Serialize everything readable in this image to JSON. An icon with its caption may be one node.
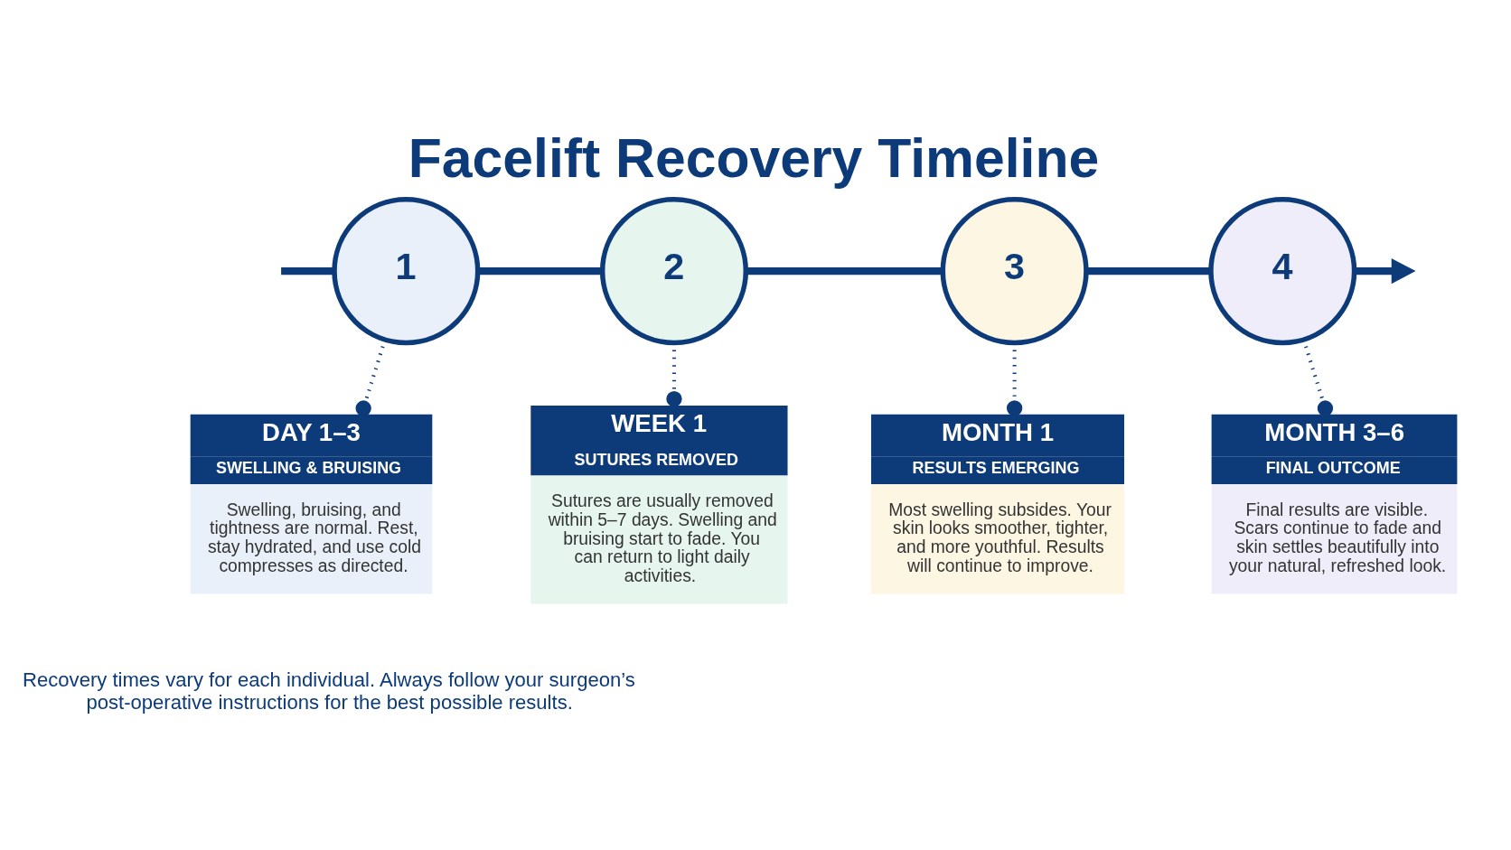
{
  "diagram": {
    "title": "Facelift Recovery Timeline",
    "nodes": [
      {
        "text": [
          "1"
        ]
      },
      {
        "text": [
          "2"
        ]
      },
      {
        "text": [
          "3"
        ]
      },
      {
        "text": [
          "4"
        ]
      },
      {
        "text": [
          "DAY 1–3",
          "SWELLING & BRUISING",
          "Swelling, bruising, and tightness are normal. Rest, stay hydrated, and use cold compresses as directed."
        ]
      },
      {
        "text": [
          "WEEK 1",
          "SUTURES REMOVED",
          "Sutures are usually removed within 5–7 days. Swelling and bruising start to fade. You can return to light daily activities."
        ]
      },
      {
        "text": [
          "MONTH 1",
          "RESULTS EMERGING",
          "Most swelling subsides. Your skin looks smoother, tighter, and more youthful. Results will continue to improve."
        ]
      },
      {
        "text": [
          "MONTH 3–6",
          "FINAL OUTCOME",
          "Final results are visible. Scars continue to fade and skin settles beautifully into your natural, refreshed look."
        ]
      }
    ],
    "edges": [
      {
        "from": null,
        "to": 0,
        "arrow": "none"
      },
      {
        "from": 0,
        "to": 1,
        "arrow": "none"
      },
      {
        "from": 1,
        "to": 2,
        "arrow": "none"
      },
      {
        "from": 2,
        "to": 3,
        "arrow": "none"
      },
      {
        "from": 3,
        "to": null,
        "arrow": "to"
      },
      {
        "from": 0,
        "to": 4,
        "arrow": "other",
        "style": "dashed"
      },
      {
        "from": 1,
        "to": 5,
        "arrow": "other",
        "style": "dashed"
      },
      {
        "from": 2,
        "to": 6,
        "arrow": "other",
        "style": "dashed"
      },
      {
        "from": 3,
        "to": 7,
        "arrow": "other",
        "style": "dashed"
      }
    ],
    "labels": [
      "Recovery times vary for each individual. Always follow your surgeon’s post-operative instructions for the best possible results."
    ]
  }
}
